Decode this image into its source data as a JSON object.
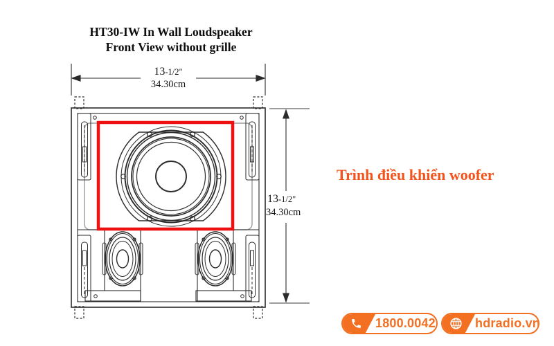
{
  "title": {
    "line1": "HT30-IW In Wall Loudspeaker",
    "line2": "Front View without grille"
  },
  "diagram": {
    "width_dimension": {
      "inches_whole": "13",
      "inches_frac": "-1/2\"",
      "cm": "34.30cm"
    },
    "height_dimension": {
      "inches_whole": "13",
      "inches_frac": "-1/2\"",
      "cm": "34.30cm"
    },
    "highlight_color": "#EE1111",
    "line_color": "#2b2b2b"
  },
  "annotation": {
    "text": "Trình điều khiển woofer",
    "color": "#F3541D"
  },
  "footer": {
    "accent_color": "#F36F21",
    "phone": {
      "icon": "phone-icon",
      "value": "1800.0042"
    },
    "website": {
      "icon": "globe-icon",
      "value": "hdradio.vn"
    }
  }
}
